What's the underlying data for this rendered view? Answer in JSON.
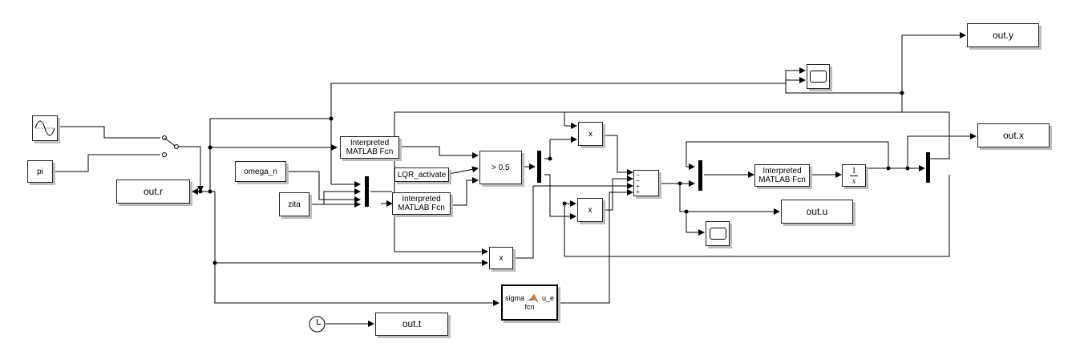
{
  "blocks": {
    "sine": "",
    "pi": "pi",
    "omega_n": "omega_n",
    "zita": "zita",
    "lqr_activate": "LQR_activate",
    "switch_threshold": "> 0.5",
    "interp_fcn_line1": "Interpreted",
    "interp_fcn_line2": "MATLAB Fcn",
    "product_symbol": "x",
    "integrator_num": "1",
    "integrator_den": "s",
    "sum_signs": [
      "−",
      "−",
      "+",
      "+"
    ],
    "fcn_input": "sigma",
    "fcn_output": "u_e",
    "fcn_name": "fcn"
  },
  "outputs": {
    "out_r": "out.r",
    "out_t": "out.t",
    "out_u": "out.u",
    "out_x": "out.x",
    "out_y": "out.y"
  },
  "colors": {
    "line": "#000000",
    "shadow": "#bdbdbd",
    "matlab_icon": "#e8762c"
  }
}
